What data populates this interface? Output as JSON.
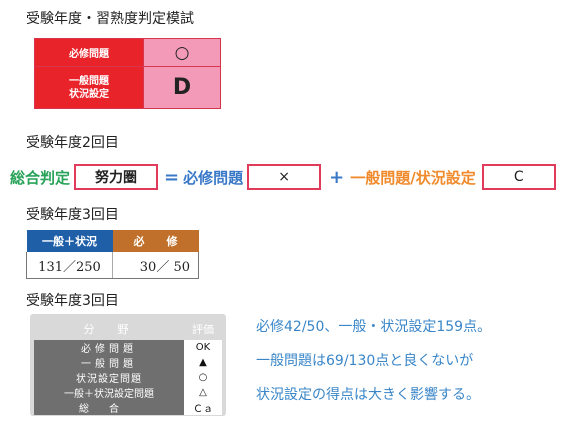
{
  "block1": {
    "heading": "受験年度・習熟度判定模試",
    "rows": [
      {
        "label": "必修問題",
        "value": "○"
      },
      {
        "label": "一般問題\n状況設定",
        "value": "D"
      }
    ]
  },
  "block2": {
    "heading": "受験年度2回目",
    "total_label": "総合判定",
    "total_value": "努力圏",
    "eq": "=",
    "hissu_label": "必修問題",
    "hissu_value": "×",
    "plus": "+",
    "general_label": "一般問題/状況設定",
    "general_value": "C"
  },
  "block3": {
    "heading": "受験年度3回目",
    "col1": "一般＋状況",
    "col2": "必　　修",
    "val1": "131／250",
    "val2": "30／ 50"
  },
  "block4": {
    "heading": "受験年度3回目",
    "col_subject": "分　野",
    "col_eval": "評価",
    "rows": [
      {
        "subject": "必修問題",
        "eval": "OK"
      },
      {
        "subject": "一般問題",
        "eval": "▲"
      },
      {
        "subject": "状況設定問題",
        "eval": "○"
      },
      {
        "subject": "一般＋状況設定問題",
        "eval": "△"
      },
      {
        "subject": "総合",
        "eval": "Ｃａ"
      }
    ],
    "notes": [
      "必修42/50、一般・状況設定159点。",
      "一般問題は69/130点と良くないが",
      "状況設定の得点は大きく影響する。"
    ]
  }
}
